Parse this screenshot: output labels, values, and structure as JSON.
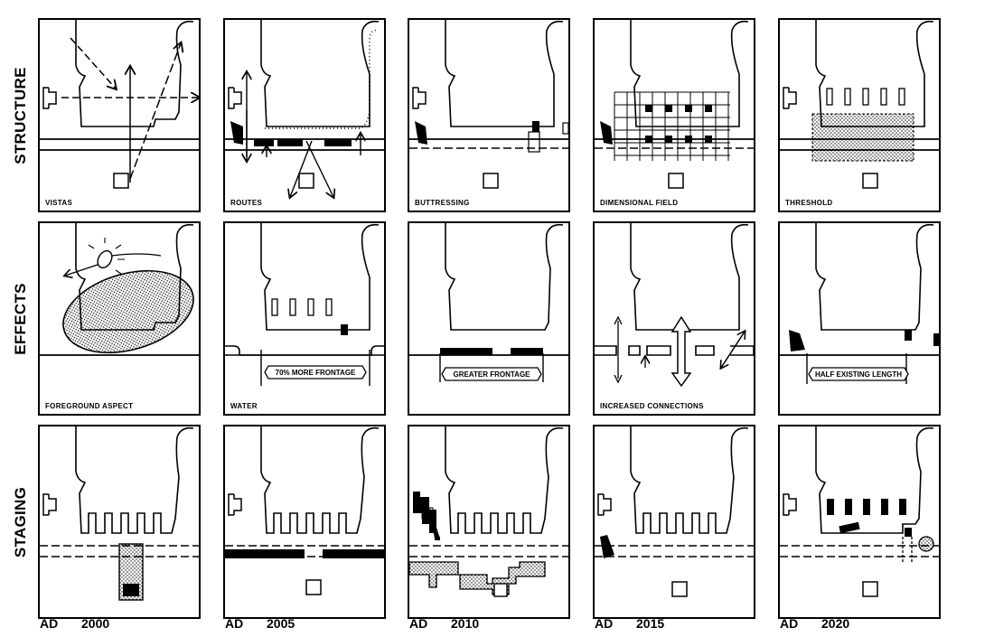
{
  "row_labels": {
    "structure": "STRUCTURE",
    "effects": "EFFECTS",
    "staging": "STAGING"
  },
  "captions": {
    "structure": [
      "VISTAS",
      "ROUTES",
      "BUTTRESSING",
      "DIMENSIONAL FIELD",
      "THRESHOLD"
    ],
    "effects": [
      "FOREGROUND ASPECT",
      "WATER",
      "",
      "INCREASED CONNECTIONS",
      ""
    ]
  },
  "banners": {
    "water_frontage": "70% MORE FRONTAGE",
    "greater_frontage": "GREATER FRONTAGE",
    "half_length": "HALF EXISTING LENGTH"
  },
  "years": [
    {
      "ad": "AD",
      "year": "2000"
    },
    {
      "ad": "AD",
      "year": "2005"
    },
    {
      "ad": "AD",
      "year": "2010"
    },
    {
      "ad": "AD",
      "year": "2015"
    },
    {
      "ad": "AD",
      "year": "2020"
    }
  ]
}
